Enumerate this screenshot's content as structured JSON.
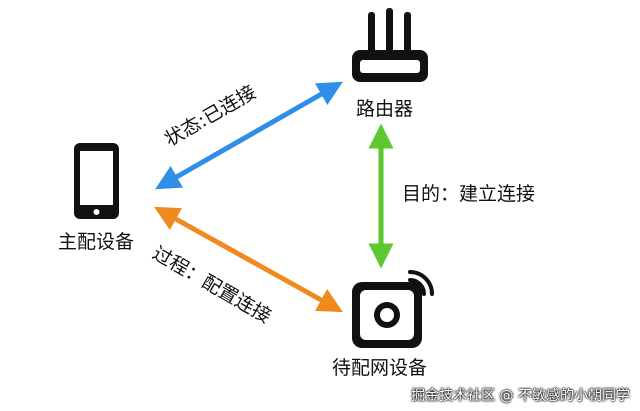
{
  "nodes": {
    "router": {
      "label": "路由器"
    },
    "phone": {
      "label": "主配设备"
    },
    "device": {
      "label": "待配网设备"
    }
  },
  "edges": {
    "phone_router": {
      "label": "状态:已连接",
      "color": "#2F8FE6"
    },
    "router_device": {
      "label": "目的：建立连接",
      "color": "#5CC72E"
    },
    "phone_device": {
      "label": "过程：配置连接",
      "color": "#F08A1E"
    }
  },
  "watermark": {
    "text": "掘金技术社区 @ 不敏感的小朝同学"
  }
}
